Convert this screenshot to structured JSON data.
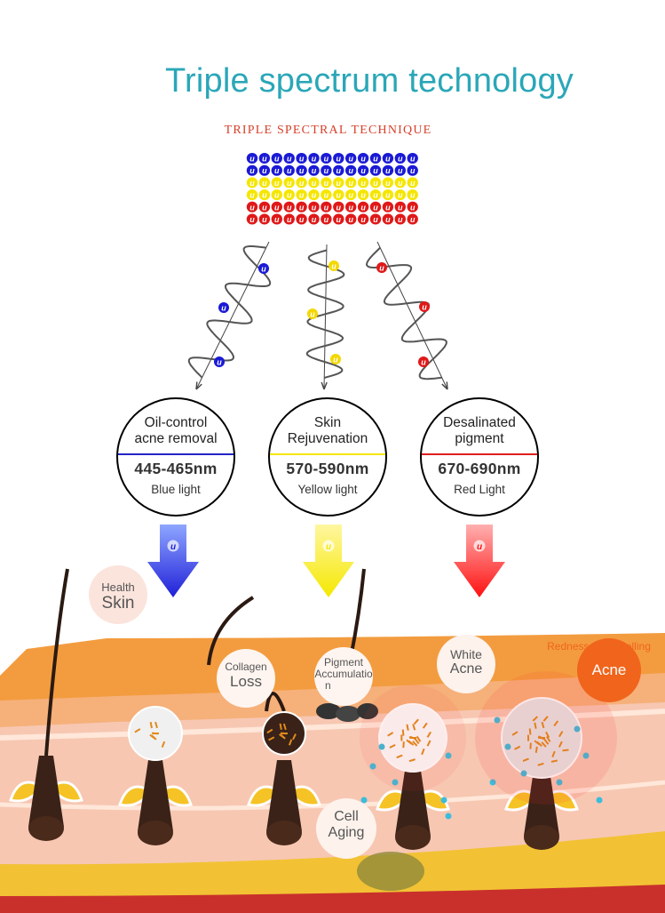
{
  "header": {
    "title": "Triple spectrum technology",
    "subtitle": "TRIPLE SPECTRAL TECHNIQUE"
  },
  "colors": {
    "title": "#2aa7b8",
    "subtitle": "#d6402a",
    "blue": "#1a1ad6",
    "yellow": "#f5e600",
    "red": "#e01818",
    "skin_orange": "#f3a048",
    "fat_yellow": "#f1c232"
  },
  "icon_letter": "u",
  "lights": [
    {
      "name_line1": "Oil-control",
      "name_line2": "acne removal",
      "wavelength": "445-465nm",
      "light": "Blue light",
      "color": "#2424c8"
    },
    {
      "name_line1": "Skin",
      "name_line2": "Rejuvenation",
      "wavelength": "570-590nm",
      "light": "Yellow light",
      "color": "#f5e600"
    },
    {
      "name_line1": "Desalinated",
      "name_line2": "pigment",
      "wavelength": "670-690nm",
      "light": "Red Light",
      "color": "#e02020"
    }
  ],
  "labels": {
    "health_1": "Health",
    "health_2": "Skin",
    "collagen_1": "Collagen",
    "collagen_2": "Loss",
    "pigment_1": "Pigment",
    "pigment_2": "Accumulatio",
    "pigment_3": "n",
    "white_1": "White",
    "white_2": "Acne",
    "redness_1": "Redness and swelling",
    "redness_2": "Acne",
    "cell_1": "Cell",
    "cell_2": "Aging"
  }
}
